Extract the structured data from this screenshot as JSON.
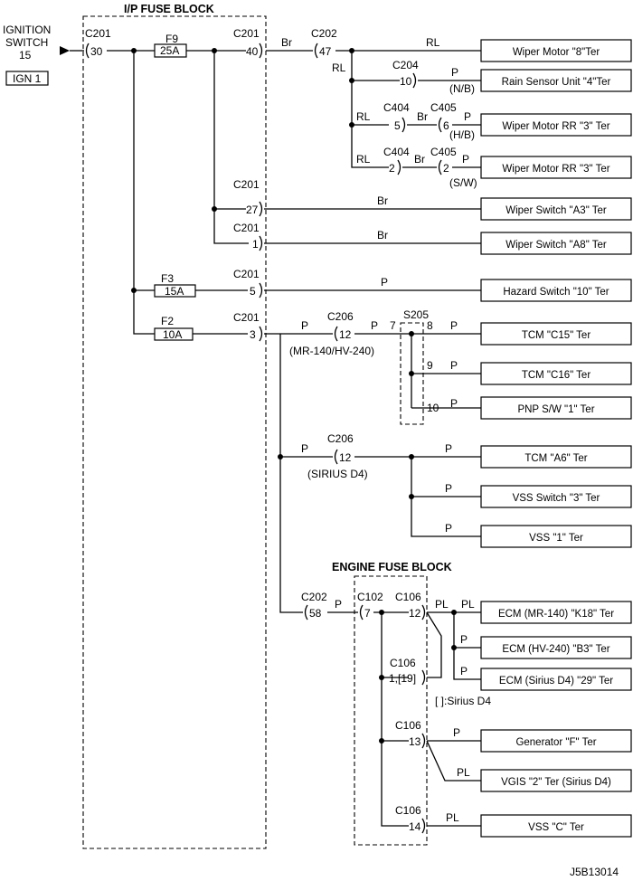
{
  "titles": {
    "ip_fuse_block": "I/P FUSE BLOCK",
    "engine_fuse_block": "ENGINE FUSE BLOCK"
  },
  "source": {
    "line1": "IGNITION",
    "line2": "SWITCH",
    "line3": "15",
    "badge": "IGN 1"
  },
  "fuses": {
    "f9_name": "F9",
    "f9_rating": "25A",
    "f3_name": "F3",
    "f3_rating": "15A",
    "f2_name": "F2",
    "f2_rating": "10A"
  },
  "connectors": {
    "c201": "C201",
    "c202": "C202",
    "c204": "C204",
    "c404": "C404",
    "c405": "C405",
    "c206": "C206",
    "s205": "S205",
    "c102": "C102",
    "c106": "C106"
  },
  "pins": {
    "p30": "30",
    "p40": "40",
    "p47": "47",
    "p10": "10",
    "p5": "5",
    "p6": "6",
    "p2": "2",
    "p27": "27",
    "p1": "1",
    "p3": "3",
    "p12": "12",
    "p7": "7",
    "p8": "8",
    "p9": "9",
    "p58": "58",
    "p19": "1,[19]",
    "p13": "13",
    "p14": "14"
  },
  "wires": {
    "br": "Br",
    "rl": "RL",
    "p": "P",
    "pl": "PL"
  },
  "notes": {
    "nb": "(N/B)",
    "hb": "(H/B)",
    "sw": "(S/W)",
    "mr_hv": "(MR-140/HV-240)",
    "sirius": "(SIRIUS D4)",
    "bracket_note": "[  ]:Sirius D4"
  },
  "loads": [
    "Wiper Motor \"8\"Ter",
    "Rain Sensor Unit \"4\"Ter",
    "Wiper Motor RR \"3\" Ter",
    "Wiper Motor RR \"3\" Ter",
    "Wiper Switch \"A3\" Ter",
    "Wiper Switch \"A8\" Ter",
    "Hazard Switch \"10\" Ter",
    "TCM \"C15\" Ter",
    "TCM \"C16\" Ter",
    "PNP S/W \"1\" Ter",
    "TCM \"A6\" Ter",
    "VSS Switch \"3\" Ter",
    "VSS \"1\" Ter",
    "ECM (MR-140) \"K18\" Ter",
    "ECM (HV-240) \"B3\" Ter",
    "ECM (Sirius D4) \"29\" Ter",
    "Generator \"F\" Ter",
    "VGIS \"2\" Ter (Sirius D4)",
    "VSS \"C\" Ter"
  ],
  "figure_id": "J5B13014"
}
